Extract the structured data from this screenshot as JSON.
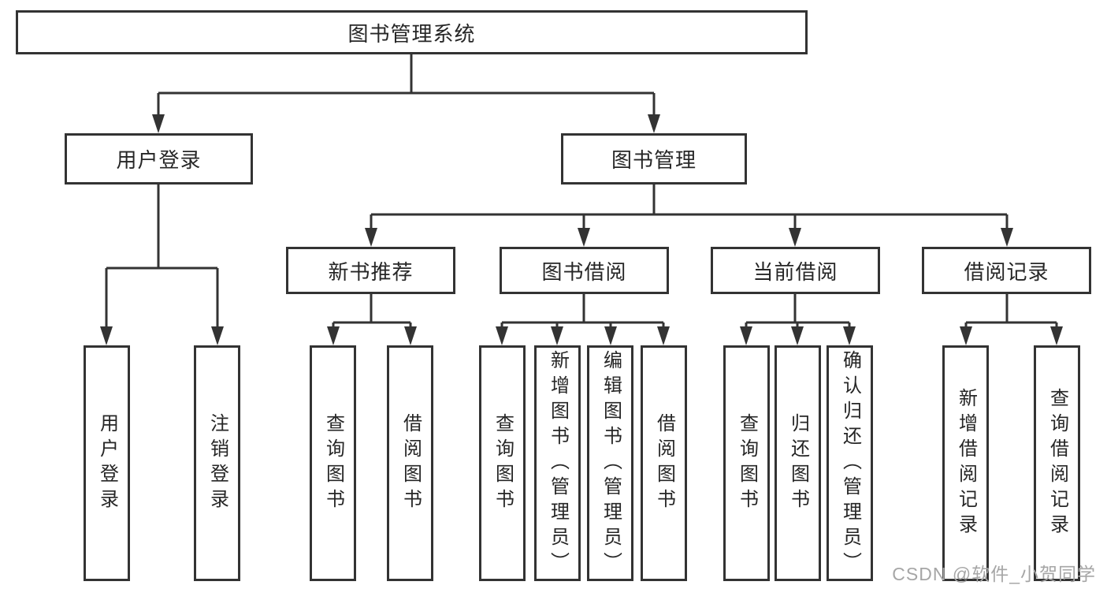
{
  "diagram": {
    "root": "图书管理系统",
    "level2": [
      "用户登录",
      "图书管理"
    ],
    "level3": [
      "新书推荐",
      "图书借阅",
      "当前借阅",
      "借阅记录"
    ],
    "leaves": {
      "login": [
        "用户登录",
        "注销登录"
      ],
      "new_book": [
        "查询图书",
        "借阅图书"
      ],
      "book_borrow": [
        "查询图书",
        "新增图书（管理员）",
        "编辑图书（管理员）",
        "借阅图书"
      ],
      "current_borrow": [
        "查询图书",
        "归还图书",
        "确认归还（管理员）"
      ],
      "borrow_records": [
        "新增借阅记录",
        "查询借阅记录"
      ]
    }
  },
  "watermark": "CSDN @软件_小贺同学",
  "colors": {
    "line": "#333333",
    "border": "#333333",
    "text": "#262626",
    "watermark": "#a6a6a6",
    "background": "#ffffff"
  }
}
